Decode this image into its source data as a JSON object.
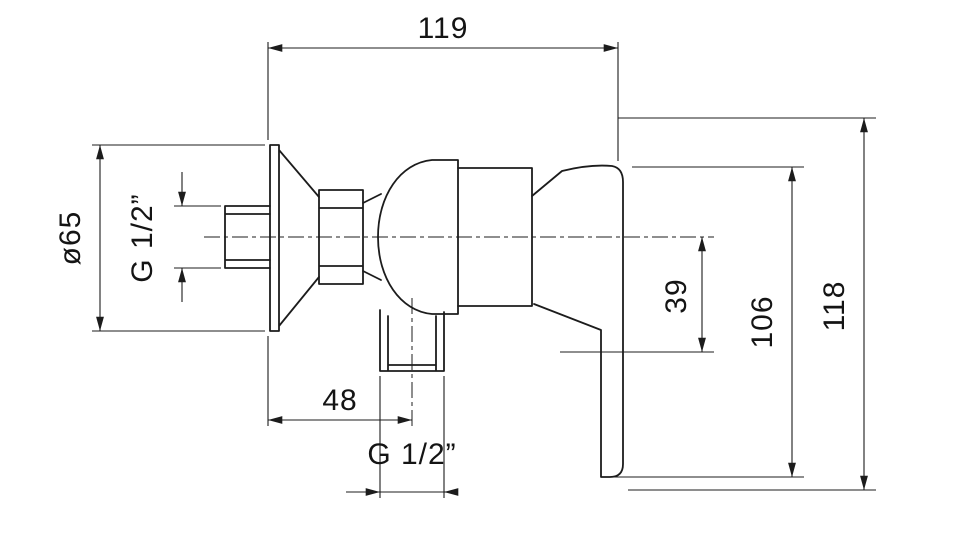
{
  "page": {
    "background_color": "#ffffff",
    "line_color": "#1c1c1c"
  },
  "drawing": {
    "labels": {
      "dim_width": "119",
      "dim_flange": "ø65",
      "dim_inlet_thread": "G 1/2”",
      "dim_center_to_spout": "39",
      "dim_body_height": "106",
      "dim_total_height": "118",
      "dim_wall_to_outlet": "48",
      "dim_outlet_thread": "G 1/2”"
    }
  }
}
